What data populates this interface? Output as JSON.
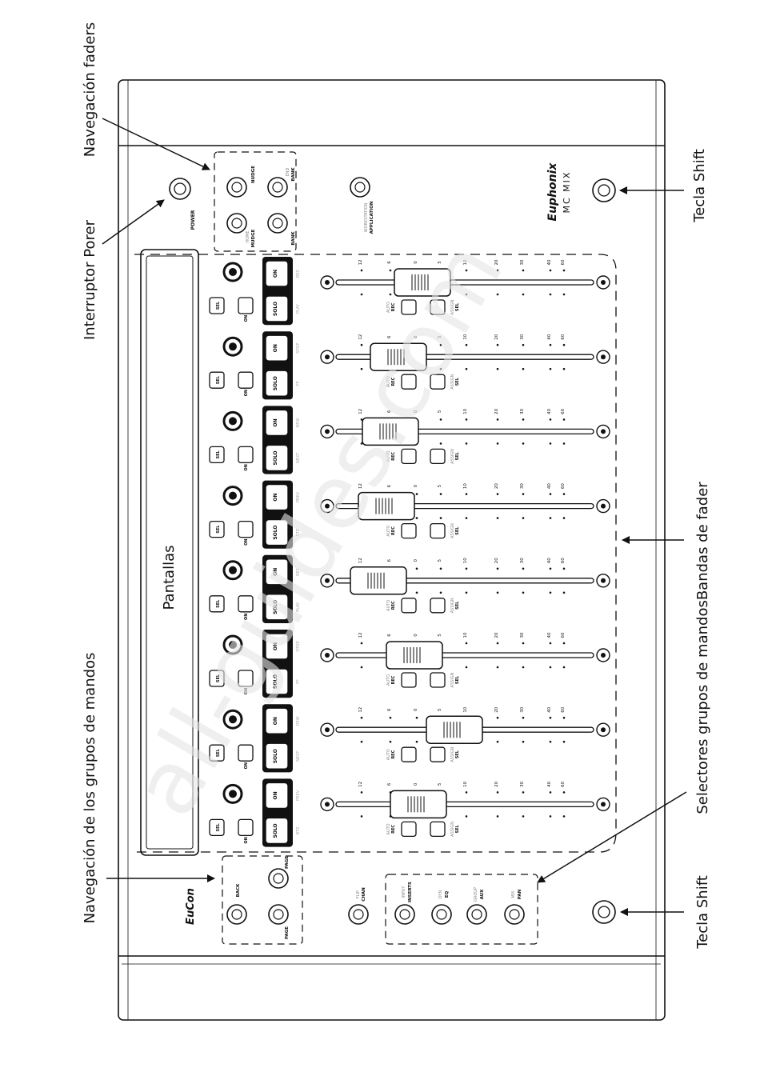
{
  "callouts": {
    "fader_nav": "Navegación faders",
    "power_switch": "Interruptor Porer",
    "shift_top": "Tecla Shift",
    "group_nav": "Navegación de los grupos de mandos",
    "selectors_and_strips": "Selectores grupos de mandosBandas de fader",
    "shift_bottom": "Tecla Shift",
    "displays": "Pantallas"
  },
  "device": {
    "brand": "Euphonix",
    "model": "MC MIX",
    "eucon_logo": "EuCon",
    "power_label": "POWER",
    "application_label": "APPLICATION",
    "workstation_label": "WORKSTATION",
    "nudge_up_sub": "NUDGE",
    "nudge_down_sub": "MUDGE",
    "bank_up": "BANK",
    "bank_down": "BANK",
    "home_sub": "HOME",
    "end_sub": "END",
    "back_label": "BACK",
    "page_up": "PAGE",
    "page_down": "PAGE",
    "chan_label": "CHAN",
    "flip_sub": "FLIP",
    "inserts_label": "INSERTS",
    "eq_label": "EQ",
    "aux_label": "AUX",
    "pan_label": "PAN",
    "input_sub": "INPUT",
    "dyn_sub": "DYN",
    "group_sub": "GROUP",
    "mix_sub": "MIX"
  },
  "strip_labels": {
    "on": "ON",
    "solo": "SOLO",
    "sel": "SEL",
    "auto": "AUTO",
    "rec": "REC",
    "assign": "ASSIGN",
    "sel_strip": "SEL"
  },
  "transport_labels": [
    "REC",
    "PLAY",
    "STOP",
    "FF",
    "REW",
    "NEXT",
    "PREV",
    "RTZ"
  ],
  "fader_scale": [
    "12",
    "6",
    "0",
    "5",
    "10",
    "20",
    "30",
    "40",
    "60"
  ],
  "watermark": "all-guides.com"
}
